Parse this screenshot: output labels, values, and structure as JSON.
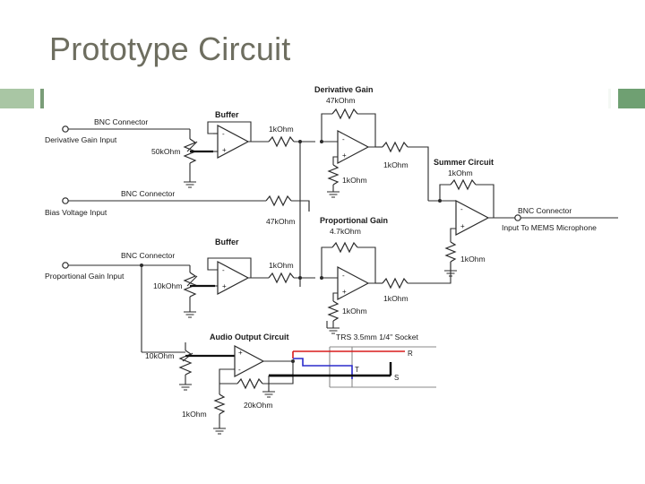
{
  "slide": {
    "title": "Prototype Circuit",
    "title_color": "#6e6e60",
    "background_color": "#ffffff",
    "deco_left_color": "#a9c6a4",
    "deco_right_color": "#6fa072"
  },
  "diagram": {
    "type": "schematic",
    "name": "prototype-circuit-schematic",
    "blocks": [
      {
        "id": "derivative_gain",
        "label": "Derivative Gain",
        "value": "47kOhm"
      },
      {
        "id": "proportional_gain",
        "label": "Proportional Gain",
        "value": "4.7kOhm"
      },
      {
        "id": "summer_circuit",
        "label": "Summer Circuit",
        "value": "1kOhm"
      },
      {
        "id": "audio_output_circuit",
        "label": "Audio Output Circuit",
        "value": ""
      },
      {
        "id": "buffer_top",
        "label": "Buffer",
        "value": ""
      },
      {
        "id": "buffer_bottom",
        "label": "Buffer",
        "value": ""
      },
      {
        "id": "trs_socket",
        "label": "TRS 3.5mm 1/4\" Socket",
        "value": ""
      }
    ],
    "ports": [
      {
        "id": "bnc_top",
        "connector": "BNC Connector",
        "signal": "Derivative Gain Input"
      },
      {
        "id": "bnc_mid",
        "connector": "BNC Connector",
        "signal": "Bias Voltage Input"
      },
      {
        "id": "bnc_low",
        "connector": "BNC Connector",
        "signal": "Proportional Gain Input"
      },
      {
        "id": "bnc_out",
        "connector": "BNC Connector",
        "signal": "Input To MEMS Microphone"
      }
    ],
    "components": [
      {
        "id": "r_pot_deriv",
        "value": "50kOhm",
        "kind": "potentiometer"
      },
      {
        "id": "r_buf_top_out",
        "value": "1kOhm",
        "kind": "resistor"
      },
      {
        "id": "r_deriv_fb",
        "value": "47kOhm",
        "kind": "resistor"
      },
      {
        "id": "r_deriv_plus",
        "value": "1kOhm",
        "kind": "resistor"
      },
      {
        "id": "r_deriv_out",
        "value": "1kOhm",
        "kind": "resistor"
      },
      {
        "id": "r_mid_series",
        "value": "47kOhm",
        "kind": "resistor"
      },
      {
        "id": "r_summer_fb",
        "value": "1kOhm",
        "kind": "resistor"
      },
      {
        "id": "r_summer_plus",
        "value": "1kOhm",
        "kind": "resistor"
      },
      {
        "id": "r_pot_prop",
        "value": "10kOhm",
        "kind": "potentiometer"
      },
      {
        "id": "r_buf_bot_out",
        "value": "1kOhm",
        "kind": "resistor"
      },
      {
        "id": "r_prop_fb",
        "value": "4.7kOhm",
        "kind": "resistor"
      },
      {
        "id": "r_prop_plus",
        "value": "1kOhm",
        "kind": "resistor"
      },
      {
        "id": "r_prop_out",
        "value": "1kOhm",
        "kind": "resistor"
      },
      {
        "id": "r_pot_audio",
        "value": "10kOhm",
        "kind": "potentiometer"
      },
      {
        "id": "r_audio_fb",
        "value": "20kOhm",
        "kind": "resistor"
      },
      {
        "id": "r_audio_gnd",
        "value": "1kOhm",
        "kind": "resistor"
      }
    ],
    "trs_terminals": [
      {
        "id": "trs_r",
        "label": "R",
        "color": "#d81b1b"
      },
      {
        "id": "trs_t",
        "label": "T",
        "color": "#2b2bcc"
      },
      {
        "id": "trs_s",
        "label": "S",
        "color": "#000000"
      }
    ],
    "labels": {
      "derivative_gain_title": "Derivative Gain",
      "derivative_gain_value": "47kOhm",
      "proportional_gain_title": "Proportional Gain",
      "proportional_gain_value": "4.7kOhm",
      "summer_circuit_title": "Summer Circuit",
      "summer_circuit_value": "1kOhm",
      "audio_output_title": "Audio Output Circuit",
      "buffer_top": "Buffer",
      "buffer_bottom": "Buffer",
      "trs_socket": "TRS 3.5mm 1/4\" Socket",
      "bnc_top": "BNC Connector",
      "bnc_top_sig": "Derivative Gain Input",
      "bnc_mid": "BNC Connector",
      "bnc_mid_sig": "Bias Voltage Input",
      "bnc_low": "BNC Connector",
      "bnc_low_sig": "Proportional Gain Input",
      "bnc_out": "BNC Connector",
      "bnc_out_sig": "Input To MEMS Microphone",
      "r_pot_deriv": "50kOhm",
      "r_buf_top_out": "1kOhm",
      "r_deriv_plus": "1kOhm",
      "r_deriv_out": "1kOhm",
      "r_mid_series": "47kOhm",
      "r_summer_plus": "1kOhm",
      "r_pot_prop": "10kOhm",
      "r_buf_bot_out": "1kOhm",
      "r_prop_plus": "1kOhm",
      "r_prop_out": "1kOhm",
      "r_pot_audio": "10kOhm",
      "r_audio_fb": "20kOhm",
      "r_audio_gnd": "1kOhm",
      "trs_r": "R",
      "trs_t": "T",
      "trs_s": "S",
      "op_minus": "-",
      "op_plus": "+"
    }
  }
}
